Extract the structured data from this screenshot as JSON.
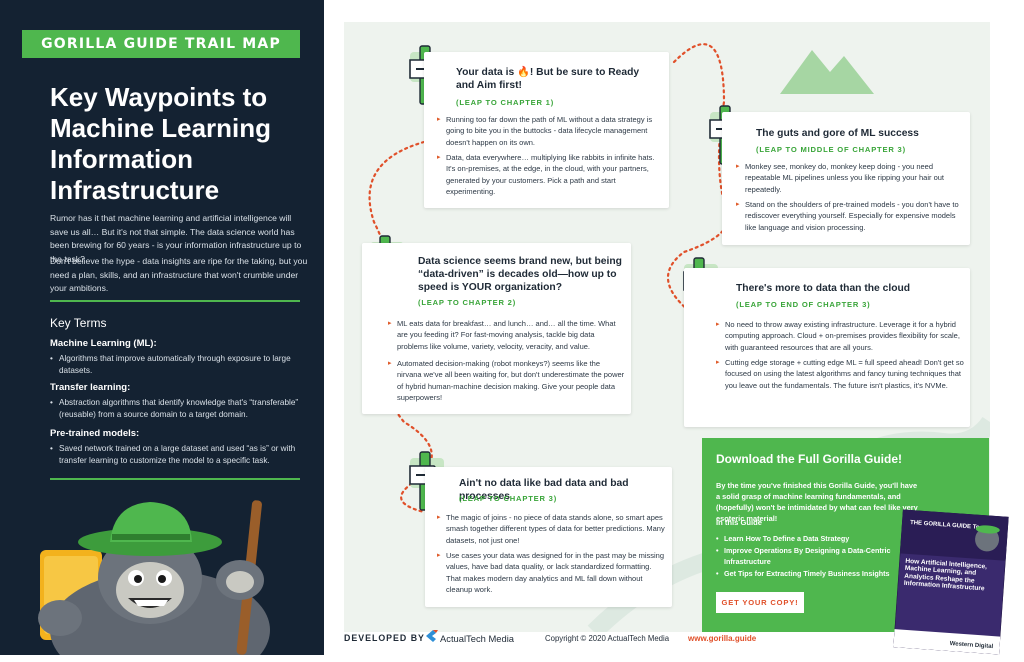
{
  "left_panel": {
    "banner": "Gorilla Guide Trail Map",
    "title": "Key Waypoints to Machine Learning Information Infrastructure",
    "intro_1": "Rumor has it that machine learning and artificial intelligence will save us all… But it's not that simple. The data science world has been brewing for 60 years - is your information infrastructure up to the task?",
    "intro_2": "Don't believe the hype - data insights are ripe for the taking, but you need a plan, skills, and an infrastructure that won't crumble under your ambitions.",
    "key_terms_heading": "Key Terms",
    "terms": [
      {
        "term": "Machine Learning (ML):",
        "definition": "Algorithms that improve automatically through exposure to large datasets."
      },
      {
        "term": "Transfer learning:",
        "definition": "Abstraction algorithms that identify knowledge that's “transferable” (reusable) from a source domain to a target domain."
      },
      {
        "term": "Pre-trained models:",
        "definition": "Saved network trained on a large dataset and used “as is” or with transfer learning to customize the model to a specific task."
      }
    ]
  },
  "waypoints": [
    {
      "title": "Your data is 🔥! But be sure to Ready and Aim first!",
      "leap": "(LEAP TO CHAPTER 1)",
      "bullets": [
        "Running too far down the path of ML without a data strategy is going to bite you in the buttocks - data lifecycle management doesn't happen on its own.",
        "Data, data everywhere… multiplying like rabbits in infinite hats. It's on-premises, at the edge, in the cloud, with your partners, generated by your customers. Pick a path and start experimenting."
      ]
    },
    {
      "title": "The guts and gore of ML success",
      "leap": "(LEAP TO MIDDLE OF CHAPTER 3)",
      "bullets": [
        "Monkey see, monkey do, monkey keep doing - you need repeatable ML pipelines unless you like ripping your hair out repeatedly.",
        "Stand on the shoulders of pre-trained models - you don't have to rediscover everything yourself. Especially for expensive models like language and vision processing."
      ]
    },
    {
      "title": "Data science seems brand new, but being “data-driven” is decades old—how up to speed is YOUR organization?",
      "leap": "(LEAP TO CHAPTER 2)",
      "bullets": [
        "ML eats data for breakfast… and lunch… and… all the time. What are you feeding it? For fast-moving analysis, tackle big data problems like volume, variety, velocity, veracity, and value.",
        "Automated decision-making (robot monkeys?) seems like the nirvana we've all been waiting for, but don't underestimate the power of hybrid human-machine decision making. Give your people data superpowers!"
      ]
    },
    {
      "title": "There's more to data than the cloud",
      "leap": "(LEAP TO END OF CHAPTER 3)",
      "bullets": [
        "No need to throw away existing infrastructure. Leverage it for a hybrid computing approach. Cloud + on-premises provides flexibility for scale, with guaranteed resources that are all yours.",
        "Cutting edge storage + cutting edge ML = full speed ahead! Don't get so focused on using the latest algorithms and fancy tuning techniques that you leave out the fundamentals. The future isn't plastics, it's NVMe."
      ]
    },
    {
      "title": "Ain't no data like bad data and bad processes",
      "leap": "(LEAP TO CHAPTER 3)",
      "bullets": [
        "The magic of joins - no piece of data stands alone, so smart apes smash together different types of data for better predictions. Many datasets, not just one!",
        "Use cases your data was designed for in the past may be missing values, have bad data quality, or lack standardized formatting. That makes modern day analytics and ML fall down without cleanup work."
      ]
    }
  ],
  "download": {
    "title": "Download the Full Gorilla Guide!",
    "intro": "By the time you've finished this Gorilla Guide, you'll have a solid grasp of machine learning fundamentals, and (hopefully) won't be intimidated by what can feel like very esoteric material!",
    "in_this_guide": "In this Guide",
    "bullets": [
      "Learn How To Define a Data Strategy",
      "Improve Operations By Designing a Data-Centric Infrastructure",
      "Get Tips for Extracting Timely Business Insights"
    ],
    "button": "GET YOUR COPY!",
    "book": {
      "brand": "THE GORILLA GUIDE To...",
      "title": "How Artificial Intelligence, Machine Learning, and Analytics Reshape the Information Infrastructure",
      "sponsor": "Western Digital"
    }
  },
  "footer": {
    "developed_by": "DEVELOPED BY",
    "brand": "ActualTech Media",
    "copyright": "Copyright © 2020 ActualTech Media",
    "url": "www.gorilla.guide"
  },
  "colors": {
    "panel": "#142232",
    "green": "#4fb74e",
    "accent": "#e0502a",
    "trail": "#e0502a"
  }
}
